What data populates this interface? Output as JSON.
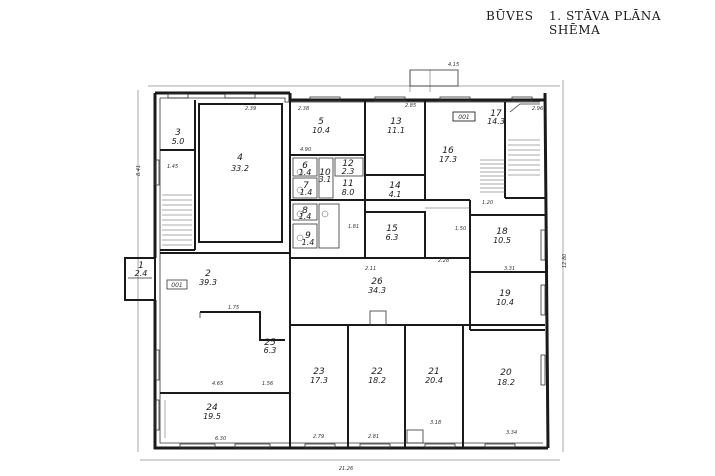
{
  "header": {
    "left": "BŪVES",
    "right": "1. STĀVA PLĀNA SHĒMA"
  },
  "rooms": [
    {
      "id": "1",
      "number": "1",
      "area": "2.4"
    },
    {
      "id": "2",
      "number": "2",
      "area": "39.3"
    },
    {
      "id": "3",
      "number": "3",
      "area": "5.0"
    },
    {
      "id": "4",
      "number": "4",
      "area": "33.2"
    },
    {
      "id": "5",
      "number": "5",
      "area": "10.4"
    },
    {
      "id": "6",
      "number": "6",
      "area": "1.4"
    },
    {
      "id": "7",
      "number": "7",
      "area": "1.4"
    },
    {
      "id": "8",
      "number": "8",
      "area": "1.4"
    },
    {
      "id": "9",
      "number": "9",
      "area": "1.4"
    },
    {
      "id": "10",
      "number": "10",
      "area": "3.1"
    },
    {
      "id": "11",
      "number": "11",
      "area": "8.0"
    },
    {
      "id": "12",
      "number": "12",
      "area": "2.3"
    },
    {
      "id": "13",
      "number": "13",
      "area": "11.1"
    },
    {
      "id": "14",
      "number": "14",
      "area": "4.1"
    },
    {
      "id": "15",
      "number": "15",
      "area": "6.3"
    },
    {
      "id": "16",
      "number": "16",
      "area": "17.3"
    },
    {
      "id": "17",
      "number": "17",
      "area": "14.3"
    },
    {
      "id": "18",
      "number": "18",
      "area": "10.5"
    },
    {
      "id": "19",
      "number": "19",
      "area": "10.4"
    },
    {
      "id": "20",
      "number": "20",
      "area": "18.2"
    },
    {
      "id": "21",
      "number": "21",
      "area": "20.4"
    },
    {
      "id": "22",
      "number": "22",
      "area": "18.2"
    },
    {
      "id": "23",
      "number": "23",
      "area": "17.3"
    },
    {
      "id": "24",
      "number": "24",
      "area": "19.5"
    },
    {
      "id": "25",
      "number": "25",
      "area": "6.3"
    },
    {
      "id": "26",
      "number": "26",
      "area": "34.3"
    }
  ],
  "entrance_labels": [
    "001",
    "001"
  ],
  "dimensions": {
    "top": [
      "2.39",
      "2.38",
      "2.85",
      "4.15",
      "1.20",
      "2.96"
    ],
    "middle": [
      "4.90",
      "1.45",
      "1.81",
      "1.50",
      "2.11",
      "2.28",
      "1.75",
      "3.31"
    ],
    "lower": [
      "4.65",
      "1.56",
      "6.30",
      "2.79",
      "2.81",
      "3.18",
      "3.34"
    ],
    "total_bottom": "21.26",
    "side_left": "8.41",
    "side_right": "12.80"
  }
}
